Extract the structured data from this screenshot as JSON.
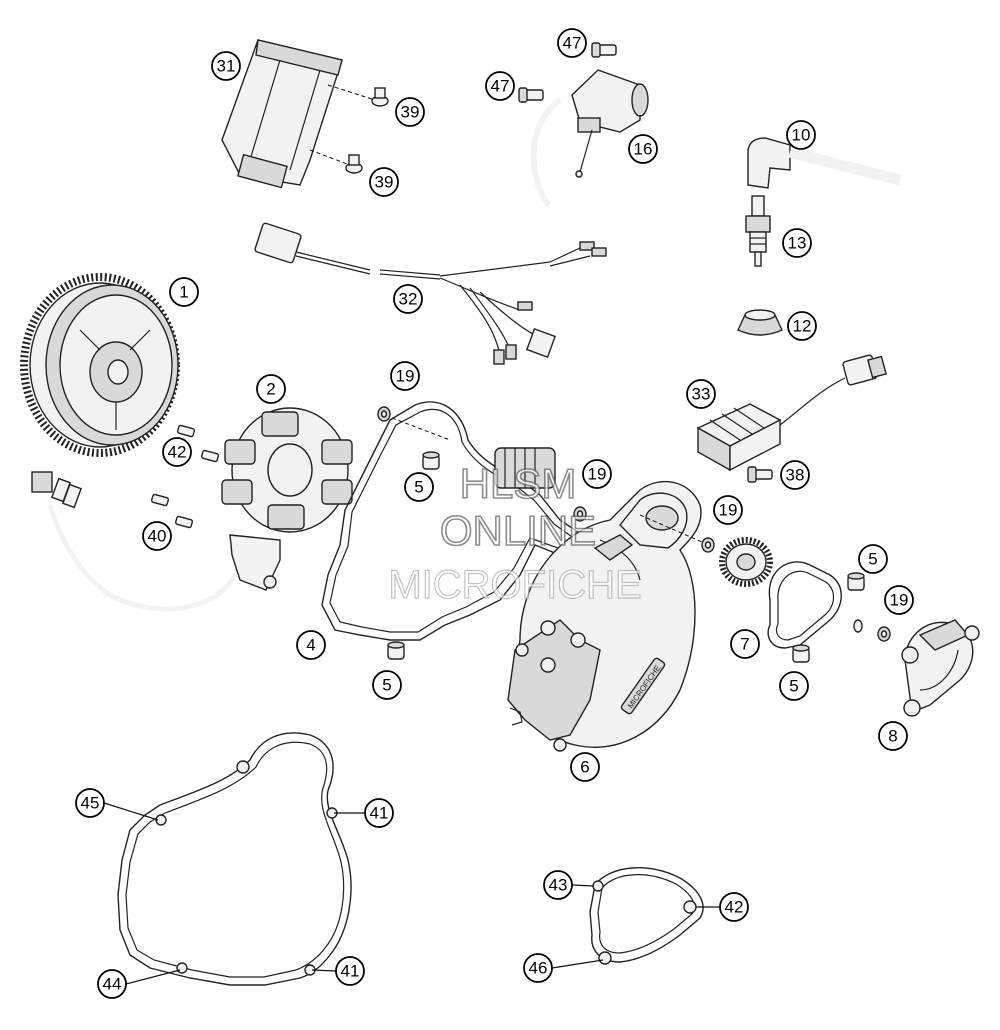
{
  "diagram": {
    "parts": {
      "flywheel": "1",
      "stator": "2",
      "cover_gasket": "4",
      "dowel_sleeve": "5",
      "ignition_cover": "6",
      "small_gasket": "7",
      "sensor_cover": "8",
      "spark_plug_connector": "10",
      "rubber_seal": "12",
      "spark_plug": "13",
      "ignition_coil": "16",
      "sealing_ring": "19",
      "control_unit": "31",
      "wiring_harness": "32",
      "voltage_regulator": "33",
      "screw": "38",
      "washer_screw": "39",
      "stator_screw": "40",
      "pulse_screw": "42",
      "coil_screw": "47",
      "gasket_point_a": "45",
      "gasket_point_b": "41",
      "gasket_point_c": "44",
      "gasket_point_d": "41",
      "small_gasket_point_a": "43",
      "small_gasket_point_b": "42",
      "small_gasket_point_c": "46"
    },
    "cover_brand_text": "MICROFICHE",
    "watermark": {
      "line1": "HLSM",
      "line2": "ONLINE",
      "line3": "MICROFICHE"
    }
  },
  "colors": {
    "line": "#222222",
    "background": "#ffffff",
    "watermark": "#666666"
  }
}
